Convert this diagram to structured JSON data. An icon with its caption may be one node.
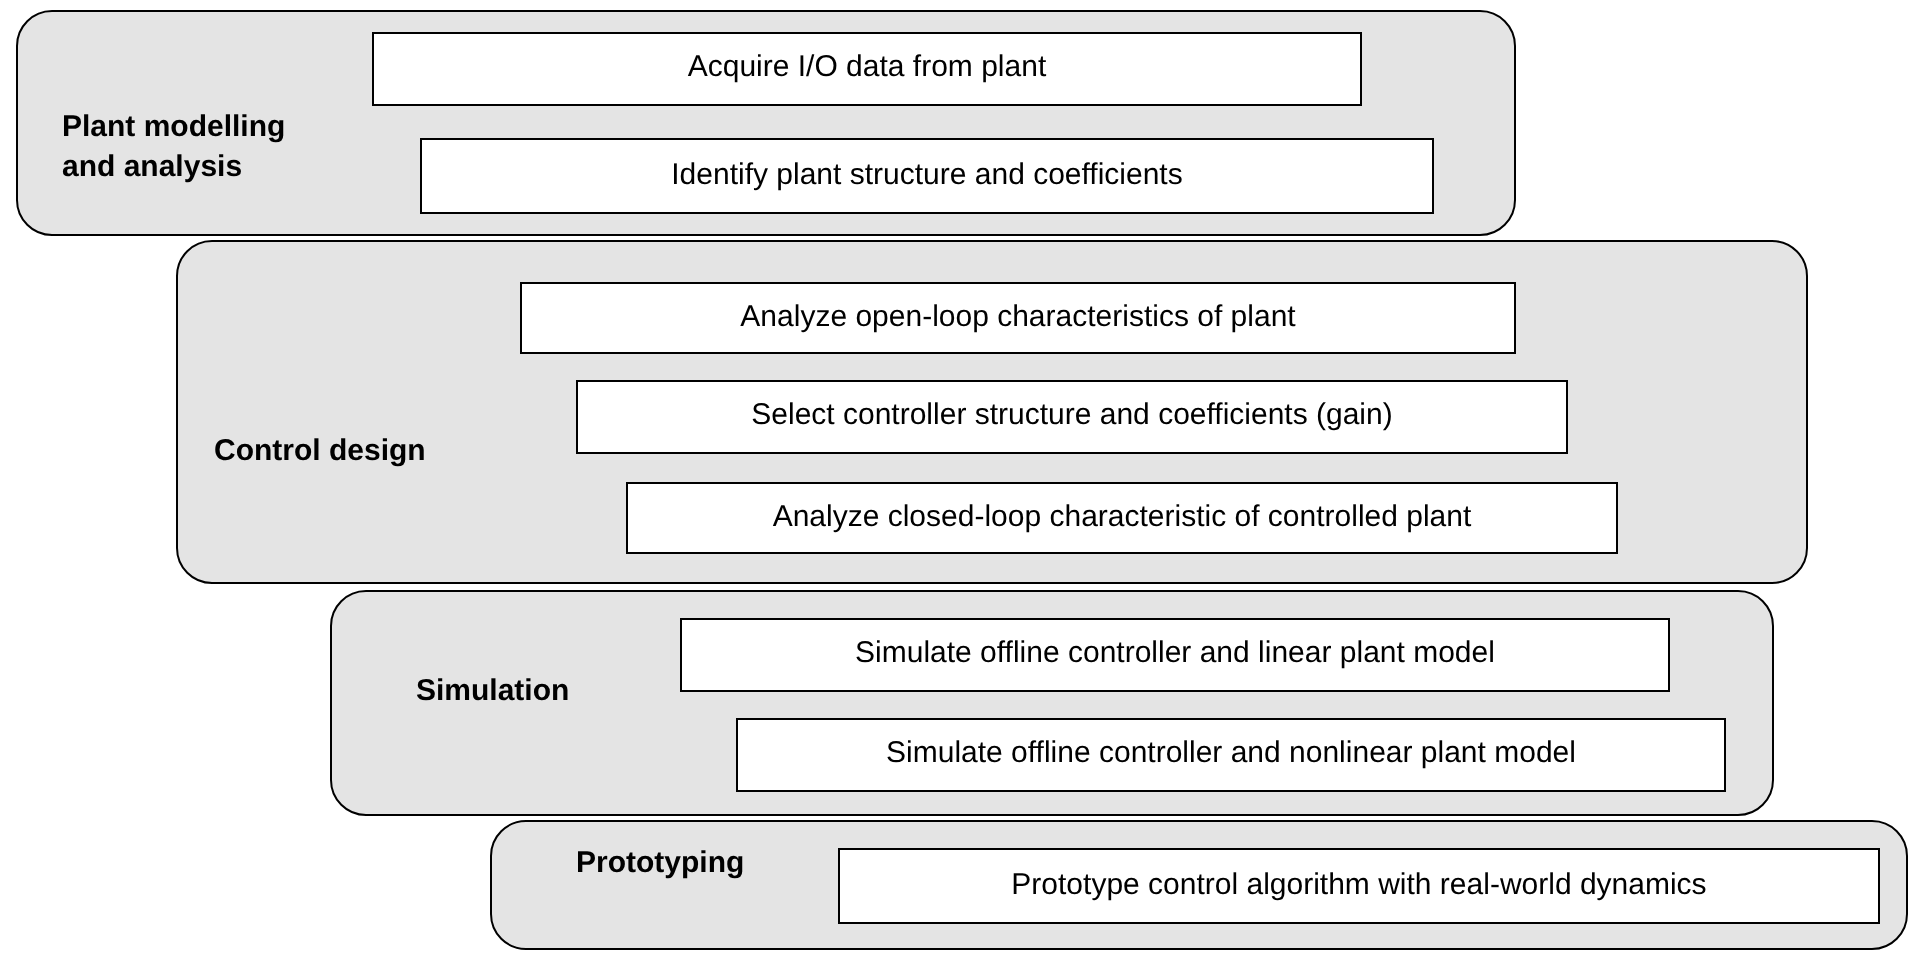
{
  "diagram": {
    "nodes": [
      {
        "text": [
          "Plant modelling and analysis"
        ]
      },
      {
        "text": [
          "Acquire I/O data from plant"
        ],
        "in": 0
      },
      {
        "text": [
          "Identify plant structure and coefficients"
        ],
        "in": 0
      },
      {
        "text": [
          "Control design"
        ]
      },
      {
        "text": [
          "Analyze open-loop characteristics of plant"
        ],
        "in": 3
      },
      {
        "text": [
          "Select controller structure and coefficients (gain)"
        ],
        "in": 3
      },
      {
        "text": [
          "Analyze closed-loop characteristic of controlled plant"
        ],
        "in": 3
      },
      {
        "text": [
          "Simulation"
        ]
      },
      {
        "text": [
          "Simulate offline controller and linear plant model"
        ],
        "in": 7
      },
      {
        "text": [
          "Simulate offline controller and nonlinear plant model"
        ],
        "in": 7
      },
      {
        "text": [
          "Prototyping"
        ]
      },
      {
        "text": [
          "Prototype control algorithm with real-world dynamics"
        ],
        "in": 10
      }
    ]
  }
}
